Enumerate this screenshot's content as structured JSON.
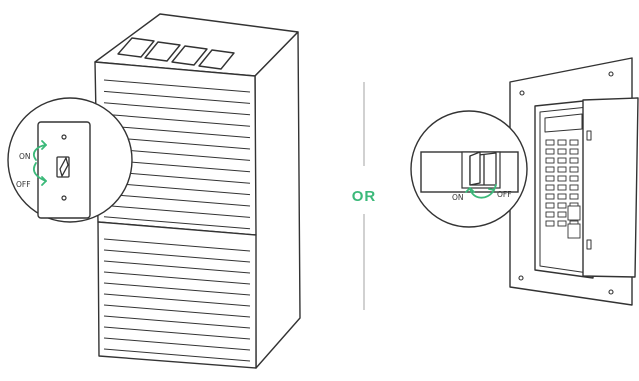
{
  "separator_text": "OR",
  "left_panel": {
    "switch_on_label": "ON",
    "switch_off_label": "OFF",
    "switch_icon": "light-switch-icon",
    "arrow_icon": "toggle-arrow-icon"
  },
  "right_panel": {
    "breaker_on_label": "ON",
    "breaker_off_label": "OFF",
    "breaker_icon": "circuit-breaker-icon",
    "arrow_icon": "toggle-arrow-icon"
  },
  "colors": {
    "line": "#333333",
    "accent": "#3bb979",
    "divider": "#bdbdbd",
    "background": "#ffffff"
  }
}
